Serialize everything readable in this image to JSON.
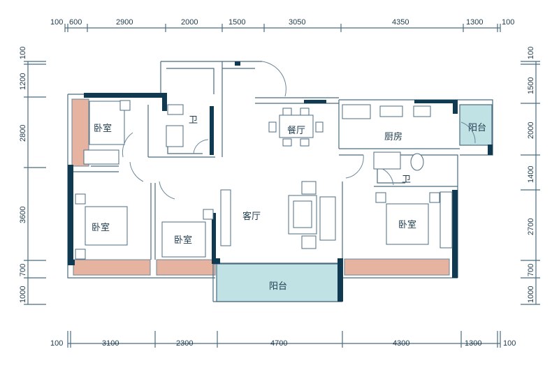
{
  "colors": {
    "wall": "#0f3a52",
    "bay_window": "#e6b3a1",
    "balcony": "#c0e2e5",
    "line": "#4b6c80"
  },
  "dimensions": {
    "top": [
      "100",
      "600",
      "2900",
      "2000",
      "1500",
      "3050",
      "4350",
      "1300",
      "100"
    ],
    "bottom": [
      "100",
      "3100",
      "2300",
      "4700",
      "4300",
      "1300",
      "100"
    ],
    "left": [
      "100",
      "1200",
      "2800",
      "3600",
      "700",
      "1000"
    ],
    "right": [
      "100",
      "1500",
      "2000",
      "1400",
      "2700",
      "700",
      "1000"
    ]
  },
  "rooms": {
    "bedroom_top_left": "卧室",
    "bedroom_left": "卧室",
    "bedroom_middle": "卧室",
    "bedroom_right": "卧室",
    "bathroom_top": "卫",
    "bathroom_right": "卫",
    "dining": "餐厅",
    "kitchen": "厨房",
    "living": "客厅",
    "balcony_main": "阳台",
    "balcony_small": "阳台"
  }
}
